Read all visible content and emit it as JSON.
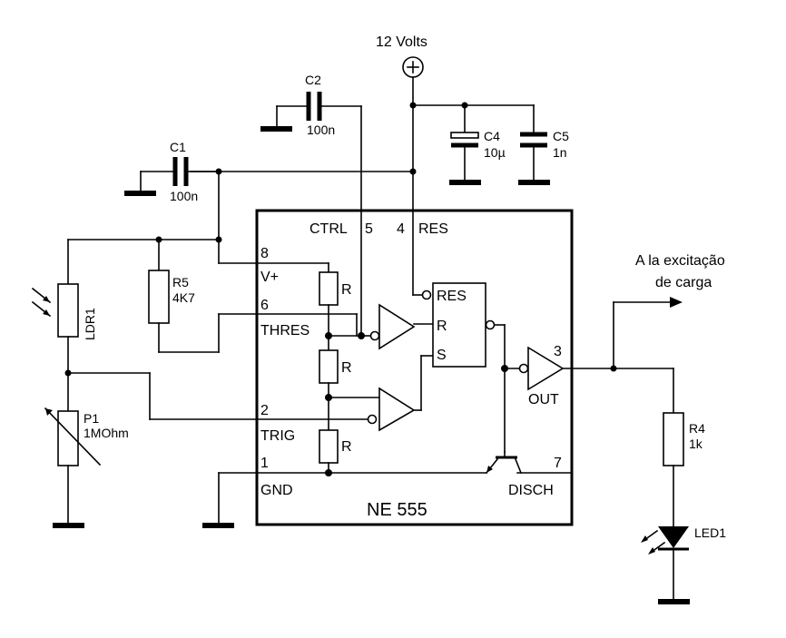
{
  "supply": {
    "label": "12 Volts",
    "symbol": "+"
  },
  "ic": {
    "name": "NE 555",
    "pins": {
      "ctrl": "CTRL",
      "ctrl_num": "5",
      "res": "RES",
      "res_num": "4",
      "vplus_num": "8",
      "vplus": "V+",
      "thres_num": "6",
      "thres": "THRES",
      "trig_num": "2",
      "trig": "TRIG",
      "gnd_num": "1",
      "gnd": "GND",
      "out_num": "3",
      "out": "OUT",
      "disch_num": "7",
      "disch": "DISCH"
    },
    "internal": {
      "divider_r": "R",
      "ff_res": "RES",
      "ff_r": "R",
      "ff_s": "S"
    }
  },
  "components": {
    "c1": {
      "name": "C1",
      "value": "100n"
    },
    "c2": {
      "name": "C2",
      "value": "100n"
    },
    "c4": {
      "name": "C4",
      "value": "10µ"
    },
    "c5": {
      "name": "C5",
      "value": "1n"
    },
    "r5": {
      "name": "R5",
      "value": "4K7"
    },
    "ldr1": {
      "name": "LDR1"
    },
    "p1": {
      "name": "P1",
      "value": "1MOhm"
    },
    "r4": {
      "name": "R4",
      "value": "1k"
    },
    "led1": {
      "name": "LED1"
    }
  },
  "output": {
    "line1": "A la excitação",
    "line2": "de carga"
  }
}
